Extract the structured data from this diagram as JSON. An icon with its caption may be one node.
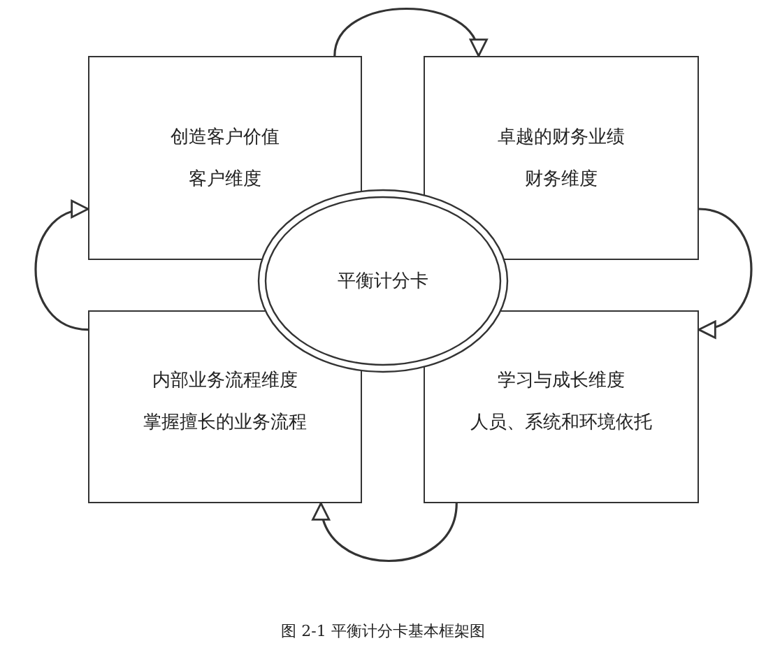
{
  "diagram": {
    "caption": "图 2-1 平衡计分卡基本框架图",
    "nodes": [
      {
        "text": [
          "创造客户价值",
          "客户维度"
        ]
      },
      {
        "text": [
          "卓越的财务业绩",
          "财务维度"
        ]
      },
      {
        "text": [
          "平衡计分卡"
        ]
      },
      {
        "text": [
          "内部业务流程维度",
          "掌握擅长的业务流程"
        ]
      },
      {
        "text": [
          "学习与成长维度",
          "人员、系统和环境依托"
        ]
      }
    ],
    "edges": [
      {
        "from": 0,
        "to": 1,
        "arrow": "to"
      },
      {
        "from": 1,
        "to": 4,
        "arrow": "to"
      },
      {
        "from": 4,
        "to": 3,
        "arrow": "to"
      },
      {
        "from": 3,
        "to": 0,
        "arrow": "to"
      }
    ]
  }
}
